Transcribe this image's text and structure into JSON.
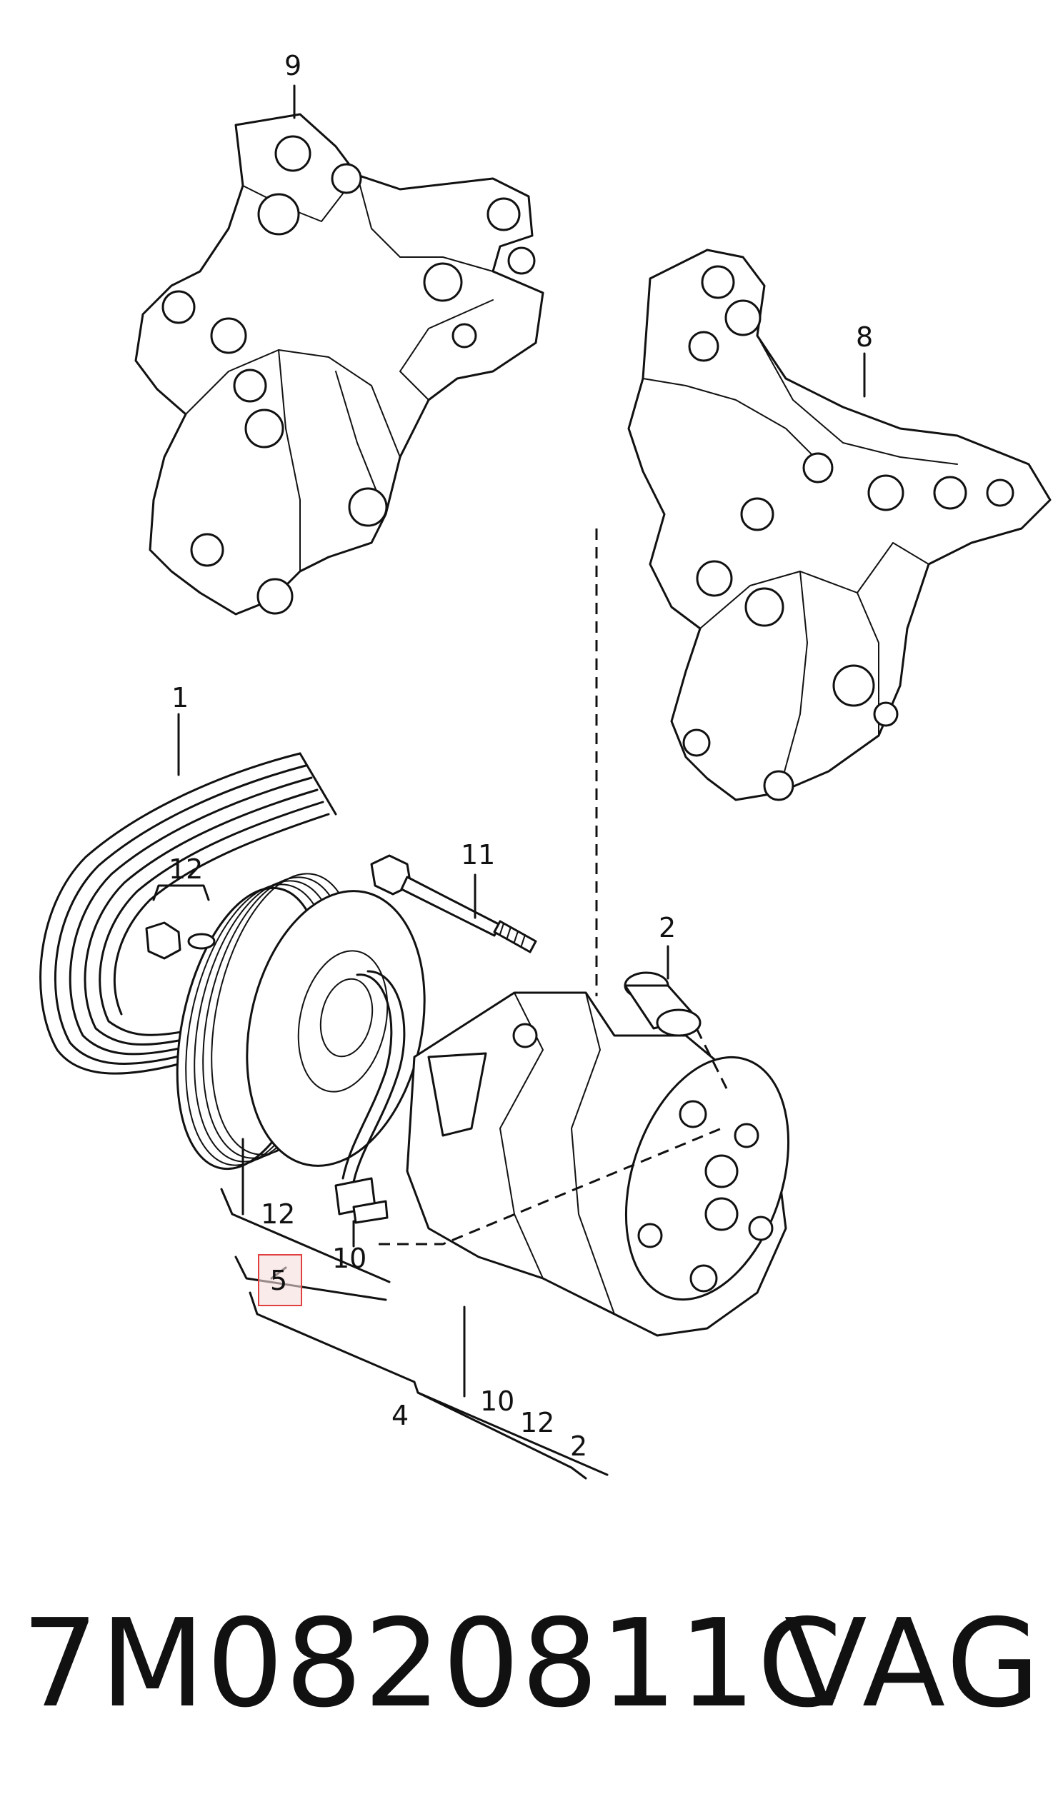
{
  "callouts": {
    "c9": "9",
    "c8": "8",
    "c1": "1",
    "c12_top": "12",
    "c11": "11",
    "c2_top": "2",
    "c12_mid": "12",
    "c10_mid": "10",
    "c5": "5",
    "c4": "4",
    "c10_bot": "10",
    "c12_bot": "12",
    "c2_bot": "2"
  },
  "highlight_color": "#e04040",
  "footer": {
    "part_number": "7M0820811C",
    "brand": "VAG"
  }
}
